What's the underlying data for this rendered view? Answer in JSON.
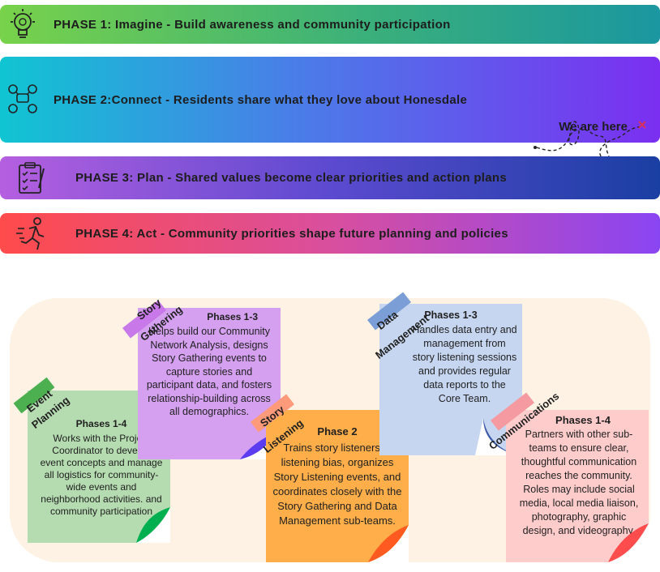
{
  "phases": [
    {
      "label": "PHASE 1: Imagine  - Build awareness and community participation",
      "icon": "lightbulb-idea-icon"
    },
    {
      "label": "PHASE 2:Connect - Residents share what they love about Honesdale",
      "icon": "people-network-icon",
      "marker": "We are here"
    },
    {
      "label": "PHASE 3: Plan - Shared values become clear priorities and action plans",
      "icon": "clipboard-checklist-icon"
    },
    {
      "label": "PHASE 4: Act - Community priorities shape future planning and policies",
      "icon": "running-person-icon"
    }
  ],
  "teams": {
    "event": {
      "title_1": "Event",
      "title_2": "Planning",
      "phases": "Phases 1-4",
      "body": "Works with the Project Coordinator to develop event concepts and manage all logistics for community-wide events and neighborhood activities. and community participation",
      "color": "#b5dbb0",
      "tab_color": "#4caf50",
      "curl_color": "#00b050"
    },
    "story": {
      "title_1": "Story",
      "title_2": "Gathering",
      "phases": "Phases 1-3",
      "body": "Helps build our Community Network Analysis, designs Story Gathering events to capture stories and participant data, and fosters relationship-building across all demographics.",
      "color": "#d4a0ef",
      "tab_color": "#c878e8",
      "curl_color": "#5b3cf0"
    },
    "listen": {
      "title_1": "Story",
      "title_2": "Listening",
      "phases": "Phase 2",
      "body": "Trains story listeners in listening bias, organizes Story Listening events, and coordinates closely with the Story Gathering and Data Management sub-teams.",
      "color": "#ffae4a",
      "tab_color": "#ff9a7a",
      "curl_color": "#ff5a1f"
    },
    "data": {
      "title_1": "Data",
      "title_2": "Management",
      "phases": "Phases 1-3",
      "body": "Handles data entry and management from story listening sessions and provides regular data reports to the Core Team.",
      "color": "#c6d6f0",
      "tab_color": "#7c9ed6",
      "curl_color": "#3b5aa8"
    },
    "comm": {
      "title_1": "Communications",
      "title_2": "",
      "phases": "Phases 1-4",
      "body": "Partners with other sub-teams to ensure clear, thoughtful communication reaches the community. Roles may include social media, local media liaison, photography, graphic design, and videography.",
      "color": "#ffcccc",
      "tab_color": "#f59aa0",
      "curl_color": "#ff4d4d"
    }
  }
}
